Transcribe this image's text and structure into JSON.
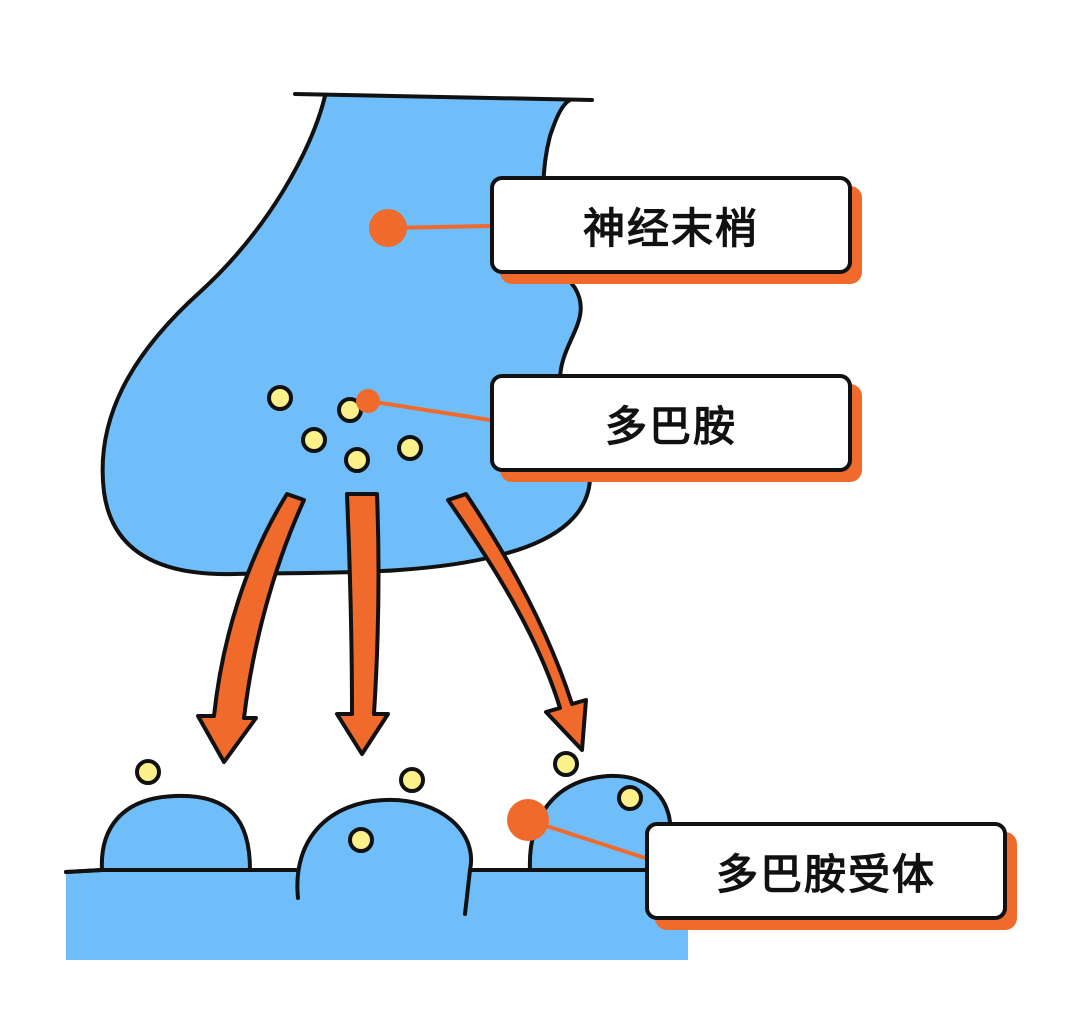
{
  "labels": {
    "nerve_terminal": "神经末梢",
    "dopamine": "多巴胺",
    "dopamine_receptor": "多巴胺受体"
  },
  "colors": {
    "membrane_blue": "#6fbefa",
    "outline": "#111111",
    "accent_orange": "#f06a2c",
    "dopamine_yellow": "#fbf08a",
    "label_background": "#ffffff"
  }
}
